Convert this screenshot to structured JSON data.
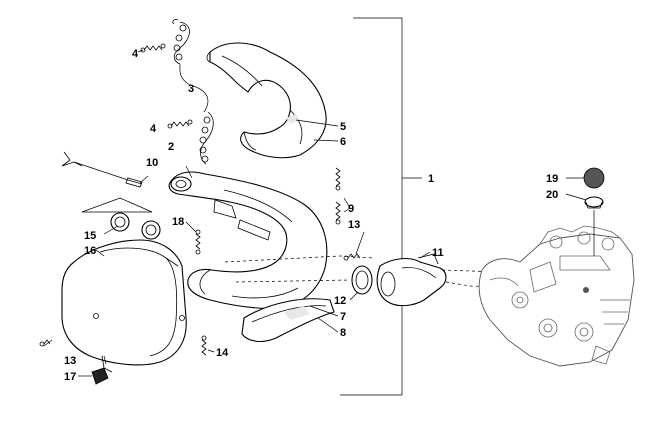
{
  "callouts": {
    "c1": "1",
    "c2": "2",
    "c3": "3",
    "c4a": "4",
    "c4b": "4",
    "c5": "5",
    "c6": "6",
    "c7": "7",
    "c8": "8",
    "c9": "9",
    "c10": "10",
    "c11": "11",
    "c12": "12",
    "c13a": "13",
    "c13b": "13",
    "c14": "14",
    "c15": "15",
    "c16": "16",
    "c17": "17",
    "c18": "18",
    "c19": "19",
    "c20": "20"
  }
}
